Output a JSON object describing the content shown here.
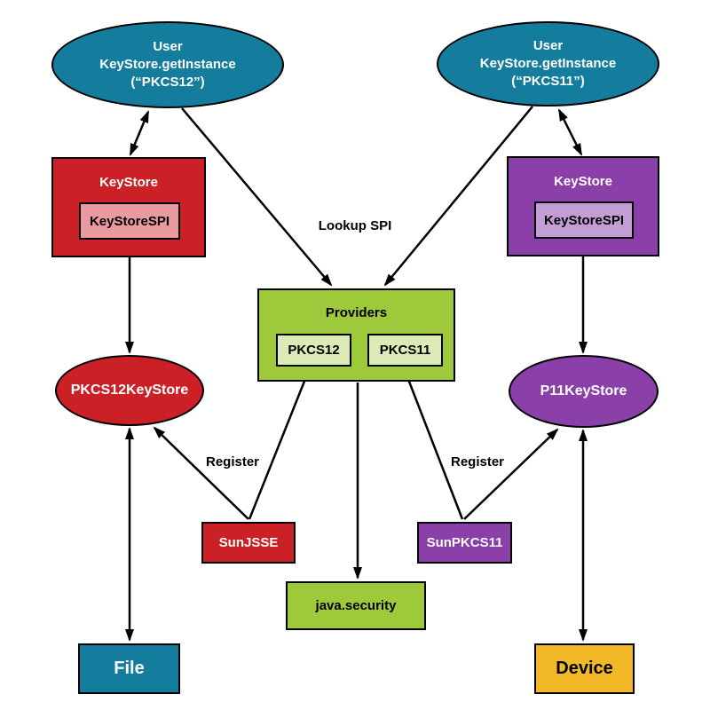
{
  "colors": {
    "teal": "#147c9c",
    "red": "#cb2026",
    "pink": "#e89a9e",
    "purple": "#8b3fa9",
    "light_purple": "#c59dd6",
    "green": "#9dc93b",
    "light_green": "#dcebb6",
    "yellow": "#f3b827",
    "line": "#000000",
    "background": "#ffffff"
  },
  "nodes": {
    "user_left": {
      "line1": "User",
      "line2": "KeyStore.getInstance",
      "line3": "(“PKCS12”)"
    },
    "user_right": {
      "line1": "User",
      "line2": "KeyStore.getInstance",
      "line3": "(“PKCS11”)"
    },
    "keystore_left": {
      "title": "KeyStore",
      "inner": "KeyStoreSPI"
    },
    "keystore_right": {
      "title": "KeyStore",
      "inner": "KeyStoreSPI"
    },
    "providers": {
      "title": "Providers",
      "inner_left": "PKCS12",
      "inner_right": "PKCS11"
    },
    "pkcs12_keystore": {
      "label": "PKCS12KeyStore"
    },
    "p11_keystore": {
      "label": "P11KeyStore"
    },
    "sun_jsse": {
      "label": "SunJSSE"
    },
    "sun_pkcs11": {
      "label": "SunPKCS11"
    },
    "java_security": {
      "label": "java.security"
    },
    "file": {
      "label": "File"
    },
    "device": {
      "label": "Device"
    }
  },
  "edge_labels": {
    "lookup_spi": "Lookup SPI",
    "register_left": "Register",
    "register_right": "Register"
  }
}
